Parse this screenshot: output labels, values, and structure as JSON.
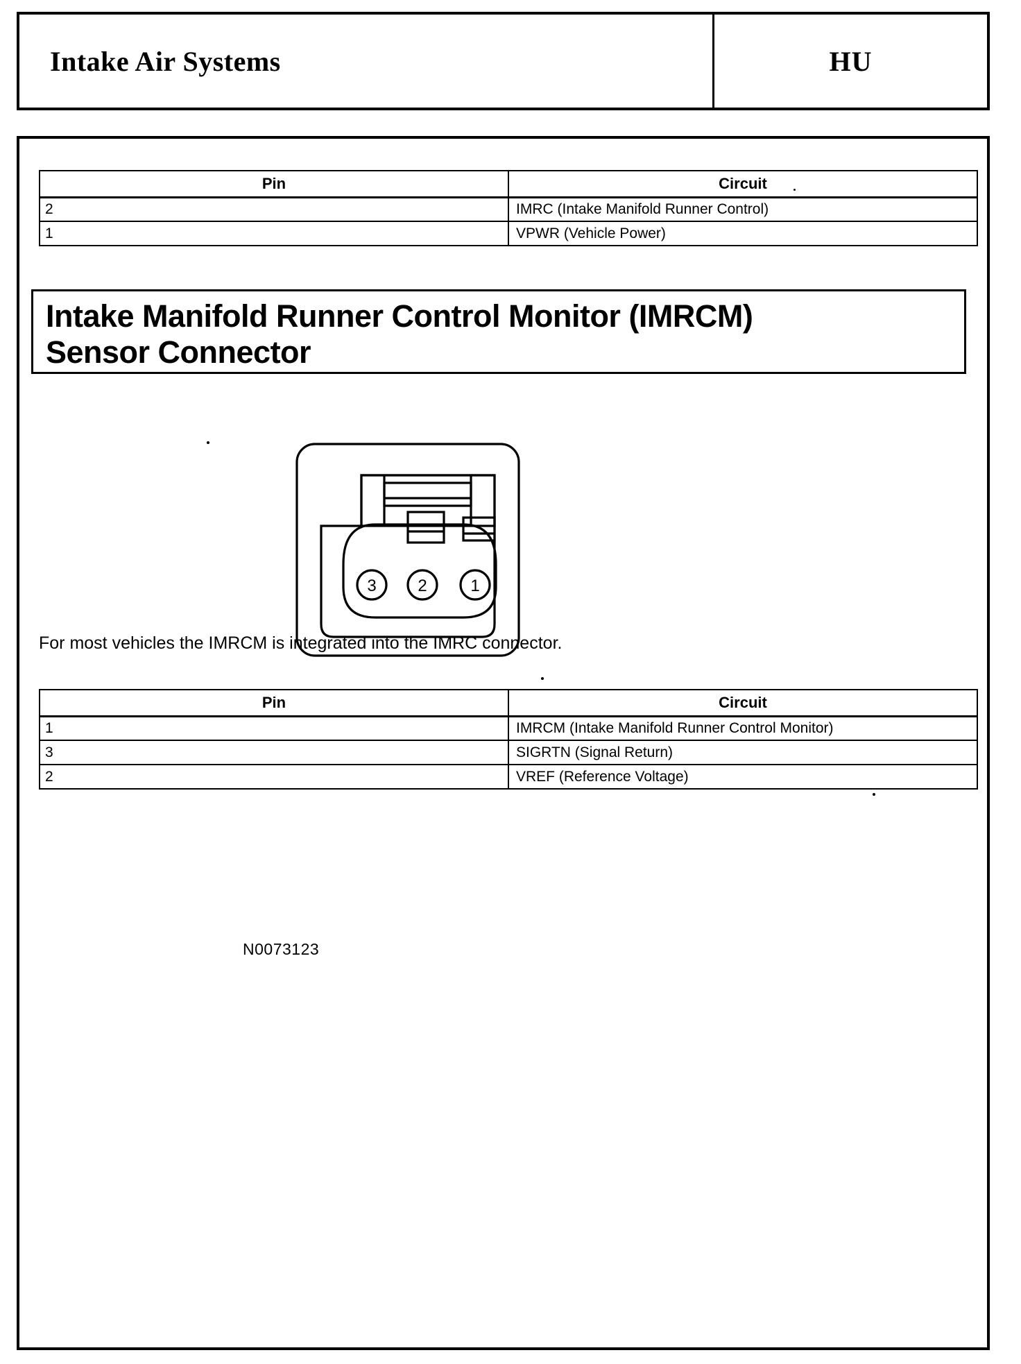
{
  "header": {
    "title": "Intake Air Systems",
    "code": "HU"
  },
  "imrc_table": {
    "columns": [
      "Pin",
      "Circuit"
    ],
    "rows": [
      {
        "pin": "2",
        "circuit": "IMRC (Intake Manifold Runner Control)"
      },
      {
        "pin": "1",
        "circuit": "VPWR (Vehicle Power)"
      }
    ]
  },
  "section": {
    "heading_line_1": "Intake Manifold Runner Control Monitor (IMRCM)",
    "heading_line_2": "Sensor Connector",
    "note": "For most vehicles the IMRCM is integrated into the IMRC connector."
  },
  "figure": {
    "caption": "N0073123",
    "pin_labels": [
      "3",
      "2",
      "1"
    ]
  },
  "imrcm_table": {
    "columns": [
      "Pin",
      "Circuit"
    ],
    "rows": [
      {
        "pin": "1",
        "circuit": "IMRCM (Intake Manifold Runner Control Monitor)"
      },
      {
        "pin": "3",
        "circuit": "SIGRTN (Signal Return)"
      },
      {
        "pin": "2",
        "circuit": "VREF (Reference Voltage)"
      }
    ]
  }
}
